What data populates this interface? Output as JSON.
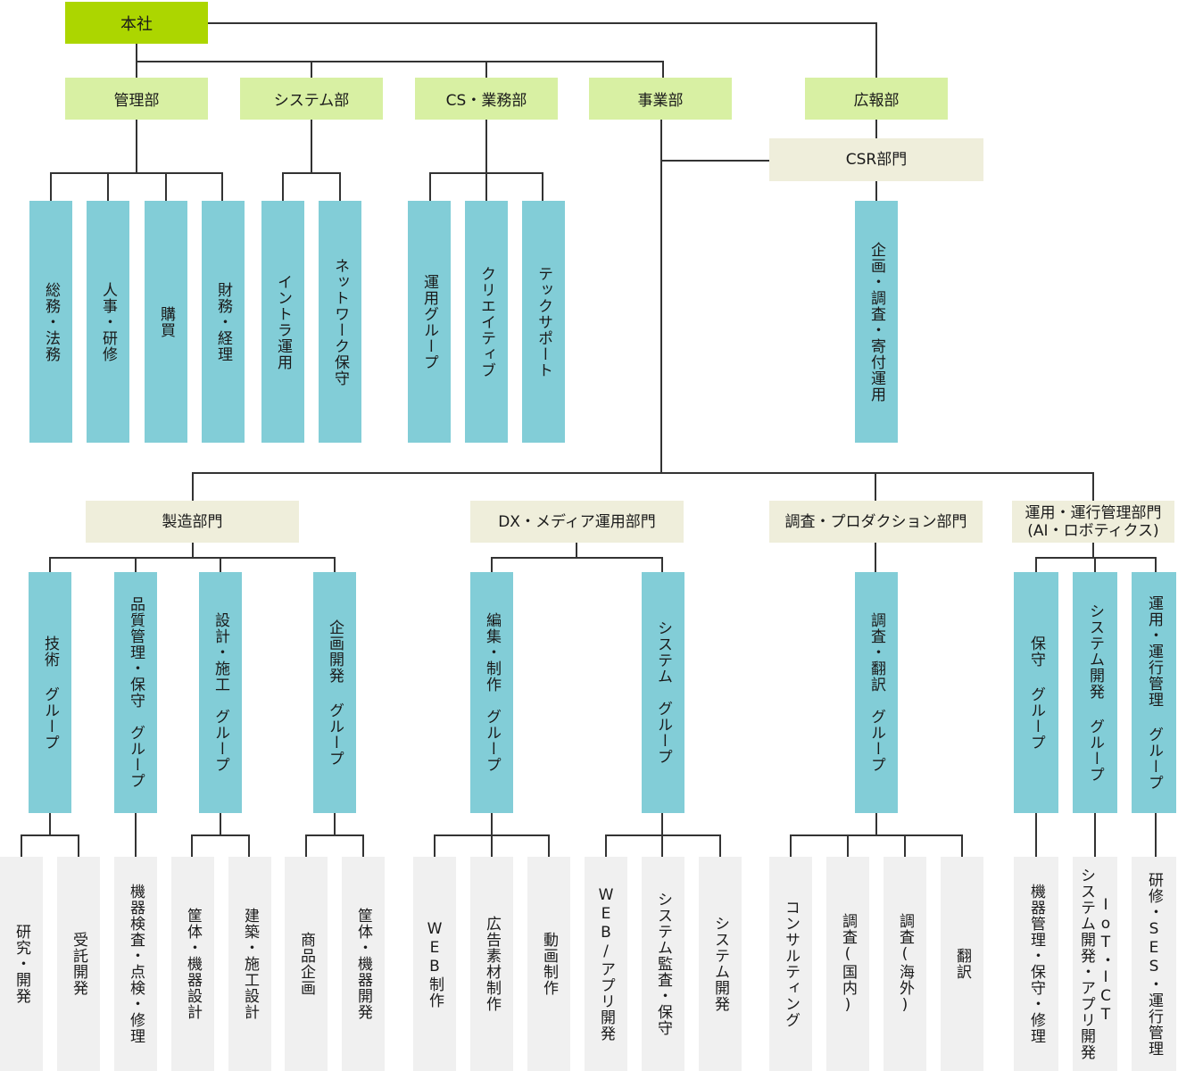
{
  "title": "組織図",
  "colors": {
    "headquarters": "#acd600",
    "department": "#d8f0a3",
    "division": "#efeedb",
    "team": "#82cdd7",
    "unit": "#f0f0f0",
    "connector": "#333333"
  },
  "headquarters": {
    "label": "本社"
  },
  "departments": [
    {
      "id": "admin",
      "label": "管理部",
      "teams": [
        {
          "label": "総務・法務"
        },
        {
          "label": "人事・研修"
        },
        {
          "label": "購買"
        },
        {
          "label": "財務・経理"
        }
      ]
    },
    {
      "id": "system",
      "label": "システム部",
      "teams": [
        {
          "label": "イントラ運用"
        },
        {
          "label": "ネットワーク保守"
        }
      ]
    },
    {
      "id": "cs",
      "label": "CS・業務部",
      "teams": [
        {
          "label": "運用グループ"
        },
        {
          "label": "クリエイティブ"
        },
        {
          "label": "テックサポート"
        }
      ]
    },
    {
      "id": "business",
      "label": "事業部"
    },
    {
      "id": "pr",
      "label": "広報部"
    }
  ],
  "csr": {
    "label": "CSR部門",
    "teams": [
      {
        "label": "企画・調査・寄付運用"
      }
    ]
  },
  "divisions": [
    {
      "id": "manufacturing",
      "label": "製造部門",
      "groups": [
        {
          "label": "技術 グループ",
          "units": [
            {
              "label": "研究・開発"
            },
            {
              "label": "受託開発"
            }
          ]
        },
        {
          "label": "品質管理・保守　グループ",
          "units": [
            {
              "label": "機器検査・点検・修理"
            }
          ]
        },
        {
          "label": "設計・施工　グループ",
          "units": [
            {
              "label": "筐体・機器設計"
            },
            {
              "label": "建築・施工設計"
            }
          ]
        },
        {
          "label": "企画開発 グループ",
          "units": [
            {
              "label": "商品企画"
            },
            {
              "label": "筐体・機器開発"
            }
          ]
        }
      ]
    },
    {
      "id": "dx",
      "label": "DX・メディア運用部門",
      "groups": [
        {
          "label": "編集・制作　グループ",
          "units": [
            {
              "label": "WEB制作"
            },
            {
              "label": "広告素材制作"
            },
            {
              "label": "動画制作"
            }
          ]
        },
        {
          "label": "システム　グループ",
          "units": [
            {
              "label": "WEB/アプリ開発"
            },
            {
              "label": "システム監査・保守"
            },
            {
              "label": "システム開発"
            }
          ]
        }
      ]
    },
    {
      "id": "research",
      "label": "調査・プロダクション部門",
      "groups": [
        {
          "label": "調査・翻訳　グループ",
          "units": [
            {
              "label": "コンサルティング"
            },
            {
              "label": "調査(国内)"
            },
            {
              "label": "調査(海外)"
            },
            {
              "label": "翻訳"
            }
          ]
        }
      ]
    },
    {
      "id": "operations",
      "label": "運用・運行管理部門",
      "sublabel": "(AI・ロボティクス)",
      "groups": [
        {
          "label": "保守 グループ",
          "units": [
            {
              "label": "機器管理・保守・修理"
            }
          ]
        },
        {
          "label": "システム開発 グループ",
          "units": [
            {
              "label": "システム開発・アプリ開発",
              "sublabel": "IoT・ICT"
            }
          ]
        },
        {
          "label": "運用・運行管理 グループ",
          "units": [
            {
              "label": "研修・SES・運行管理"
            }
          ]
        }
      ]
    }
  ]
}
